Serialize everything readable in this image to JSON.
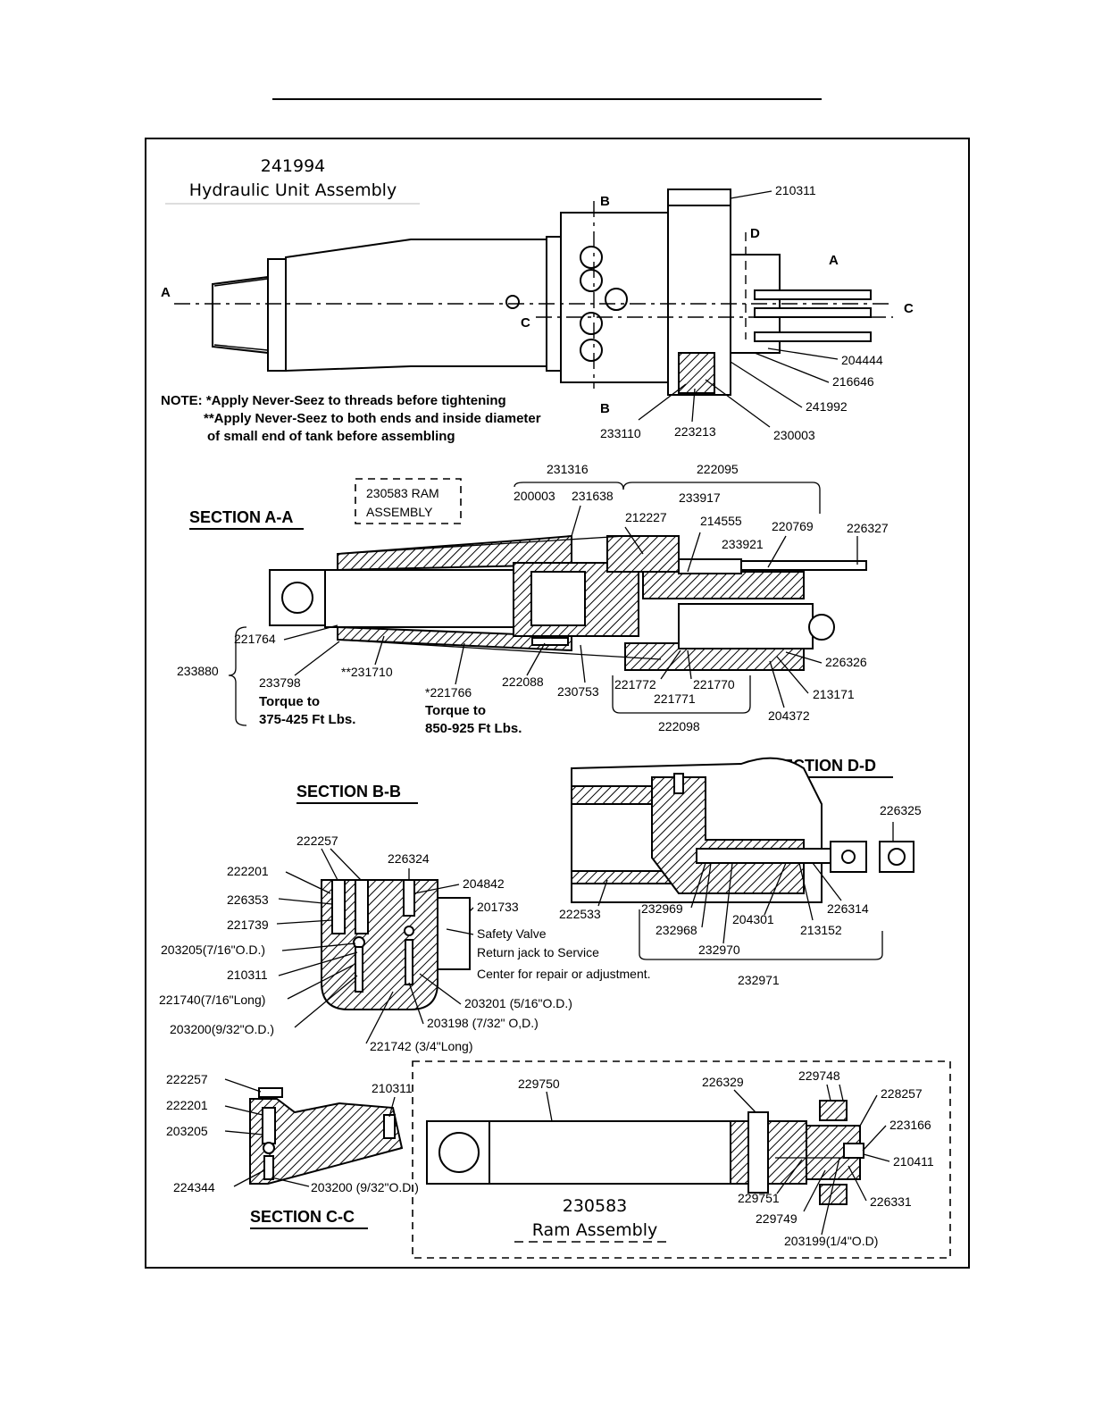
{
  "page_title": {
    "part_number": "241994",
    "name": "Hydraulic Unit Assembly"
  },
  "note": {
    "line1": "NOTE: *Apply Never-Seez to threads before tightening",
    "line2": "**Apply Never-Seez to both ends and inside diameter",
    "line3": "of small end of tank before assembling"
  },
  "section_markers": [
    "A",
    "A",
    "B",
    "B",
    "C",
    "C",
    "D"
  ],
  "top_view_labels": [
    "210311",
    "204444",
    "216646",
    "241992",
    "233110",
    "223213",
    "230003"
  ],
  "section_aa": {
    "heading": "SECTION A-A",
    "ram_box_line1": "230583 RAM",
    "ram_box_line2": "ASSEMBLY",
    "labels": [
      "231316",
      "222095",
      "200003",
      "231638",
      "233917",
      "212227",
      "214555",
      "220769",
      "226327",
      "233921",
      "221764",
      "233880",
      "233798",
      "**231710",
      "*221766",
      "222088",
      "230753",
      "221772",
      "221770",
      "221771",
      "222098",
      "226326",
      "213171",
      "204372"
    ],
    "torque1_line1": "Torque to",
    "torque1_line2": "375-425 Ft Lbs.",
    "torque2_line1": "Torque to",
    "torque2_line2": "850-925 Ft Lbs."
  },
  "section_bb": {
    "heading": "SECTION B-B",
    "labels": [
      "222257",
      "226324",
      "222201",
      "204842",
      "226353",
      "201733",
      "221739",
      "203205(7/16\"O.D.)",
      "210311",
      "221740(7/16\"Long)",
      "203200(9/32\"O.D.)",
      "203201 (5/16\"O.D.)",
      "203198 (7/32\" O,D.)",
      "221742 (3/4\"Long)"
    ],
    "safety_line1": "Safety Valve",
    "safety_line2": "Return jack to Service",
    "safety_line3": "Center for repair or adjustment."
  },
  "section_dd": {
    "heading": "SECTION D-D",
    "labels": [
      "226325",
      "222533",
      "232969",
      "232968",
      "204301",
      "226314",
      "213152",
      "232970",
      "232971"
    ]
  },
  "section_cc": {
    "heading": "SECTION C-C",
    "labels": [
      "222257",
      "222201",
      "203205",
      "210311",
      "224344",
      "203200 (9/32\"O.D.)"
    ]
  },
  "ram_assembly": {
    "part_number": "230583",
    "name": "Ram Assembly",
    "labels": [
      "229750",
      "226329",
      "229748",
      "228257",
      "223166",
      "210411",
      "226331",
      "229751",
      "229749",
      "203199(1/4\"O.D)"
    ]
  }
}
